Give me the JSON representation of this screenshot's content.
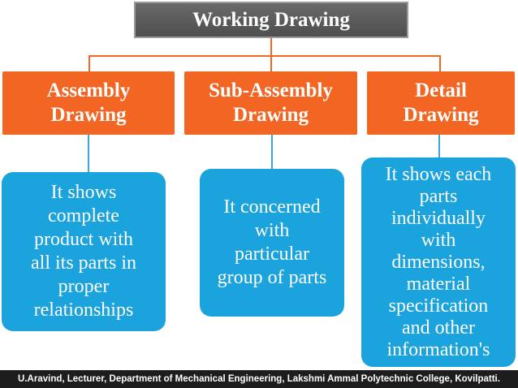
{
  "diagram": {
    "root": {
      "label": "Working Drawing"
    },
    "categories": [
      {
        "title": "Assembly Drawing",
        "description": "It shows\ncomplete\nproduct with\nall its parts in\nproper\nrelationships"
      },
      {
        "title": "Sub-Assembly Drawing",
        "description": "It concerned\nwith\nparticular\ngroup of parts"
      },
      {
        "title": "Detail Drawing",
        "description": "It shows each\nparts\nindividually\nwith\ndimensions,\nmaterial\nspecification\nand other\ninformation's"
      }
    ]
  },
  "footer": {
    "credit": "U.Aravind, Lecturer, Department of Mechanical Engineering, Lakshmi Ammal Polytechnic College, Kovilpatti."
  },
  "colors": {
    "root": "#555555",
    "category": "#f26522",
    "description": "#1aa3dc",
    "footer": "#1d1d1d"
  }
}
